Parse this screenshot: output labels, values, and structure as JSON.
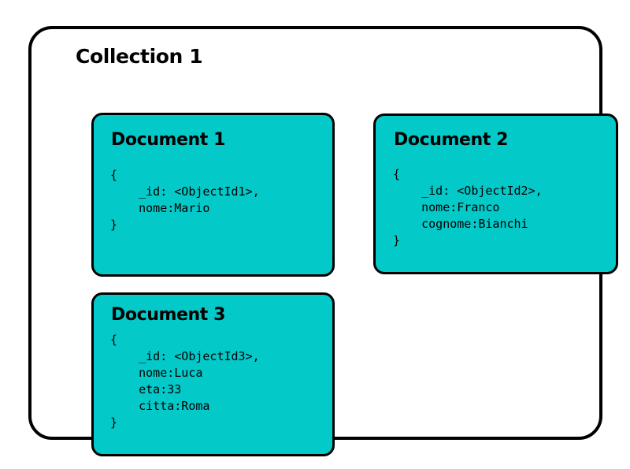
{
  "diagram": {
    "background_color": "#ffffff",
    "border_color": "#000000",
    "card_fill_color": "#03c9c9"
  },
  "collection": {
    "title": "Collection 1",
    "documents": [
      {
        "title": "Document 1",
        "body": "{\n    _id: <ObjectId1>,\n    nome:Mario\n}"
      },
      {
        "title": "Document 2",
        "body": "{\n    _id: <ObjectId2>,\n    nome:Franco\n    cognome:Bianchi\n}"
      },
      {
        "title": "Document 3",
        "body": "{\n    _id: <ObjectId3>,\n    nome:Luca\n    eta:33\n    citta:Roma\n}"
      }
    ]
  }
}
